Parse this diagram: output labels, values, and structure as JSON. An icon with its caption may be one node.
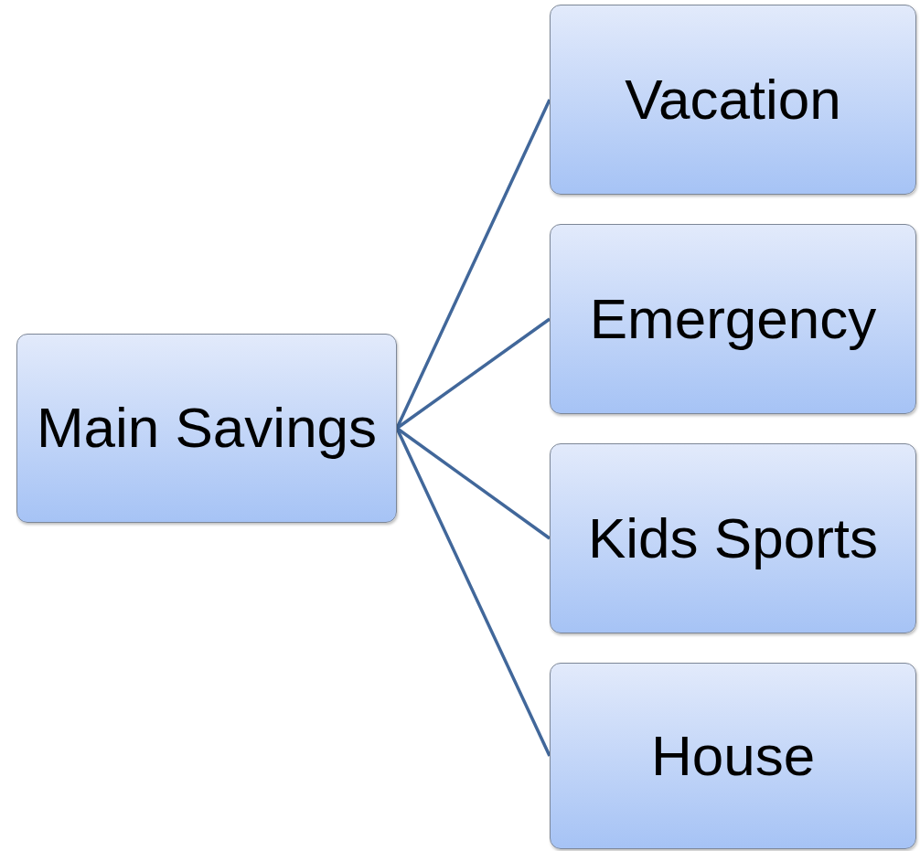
{
  "diagram": {
    "nodes": [
      {
        "text": [
          "Main Savings"
        ]
      },
      {
        "text": [
          "Vacation"
        ]
      },
      {
        "text": [
          "Emergency"
        ]
      },
      {
        "text": [
          "Kids Sports"
        ]
      },
      {
        "text": [
          "House"
        ]
      }
    ],
    "edges": [
      {
        "from": 0,
        "to": 1,
        "arrow": "none"
      },
      {
        "from": 0,
        "to": 2,
        "arrow": "none"
      },
      {
        "from": 0,
        "to": 3,
        "arrow": "none"
      },
      {
        "from": 0,
        "to": 4,
        "arrow": "none"
      }
    ]
  }
}
